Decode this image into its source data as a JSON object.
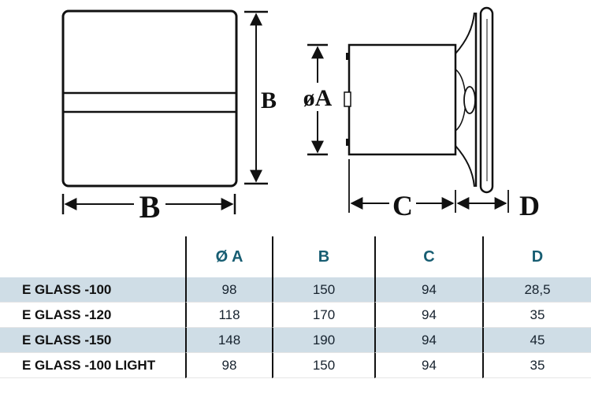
{
  "colors": {
    "accent_teal": "#175d72",
    "row_alt_bg": "#cfdde6",
    "line_color": "#111111",
    "text_dark": "#16222e"
  },
  "diagram": {
    "front_view": {
      "height_label": "B",
      "width_label": "B"
    },
    "side_view": {
      "diameter_label": "øA",
      "body_depth_label": "C",
      "panel_depth_label": "D"
    }
  },
  "table": {
    "headers": [
      "Ø A",
      "B",
      "C",
      "D"
    ],
    "rows": [
      {
        "label": "E GLASS -100",
        "values": [
          "98",
          "150",
          "94",
          "28,5"
        ]
      },
      {
        "label": "E GLASS -120",
        "values": [
          "118",
          "170",
          "94",
          "35"
        ]
      },
      {
        "label": "E GLASS -150",
        "values": [
          "148",
          "190",
          "94",
          "45"
        ]
      },
      {
        "label": "E GLASS -100 LIGHT",
        "values": [
          "98",
          "150",
          "94",
          "35"
        ]
      }
    ]
  }
}
